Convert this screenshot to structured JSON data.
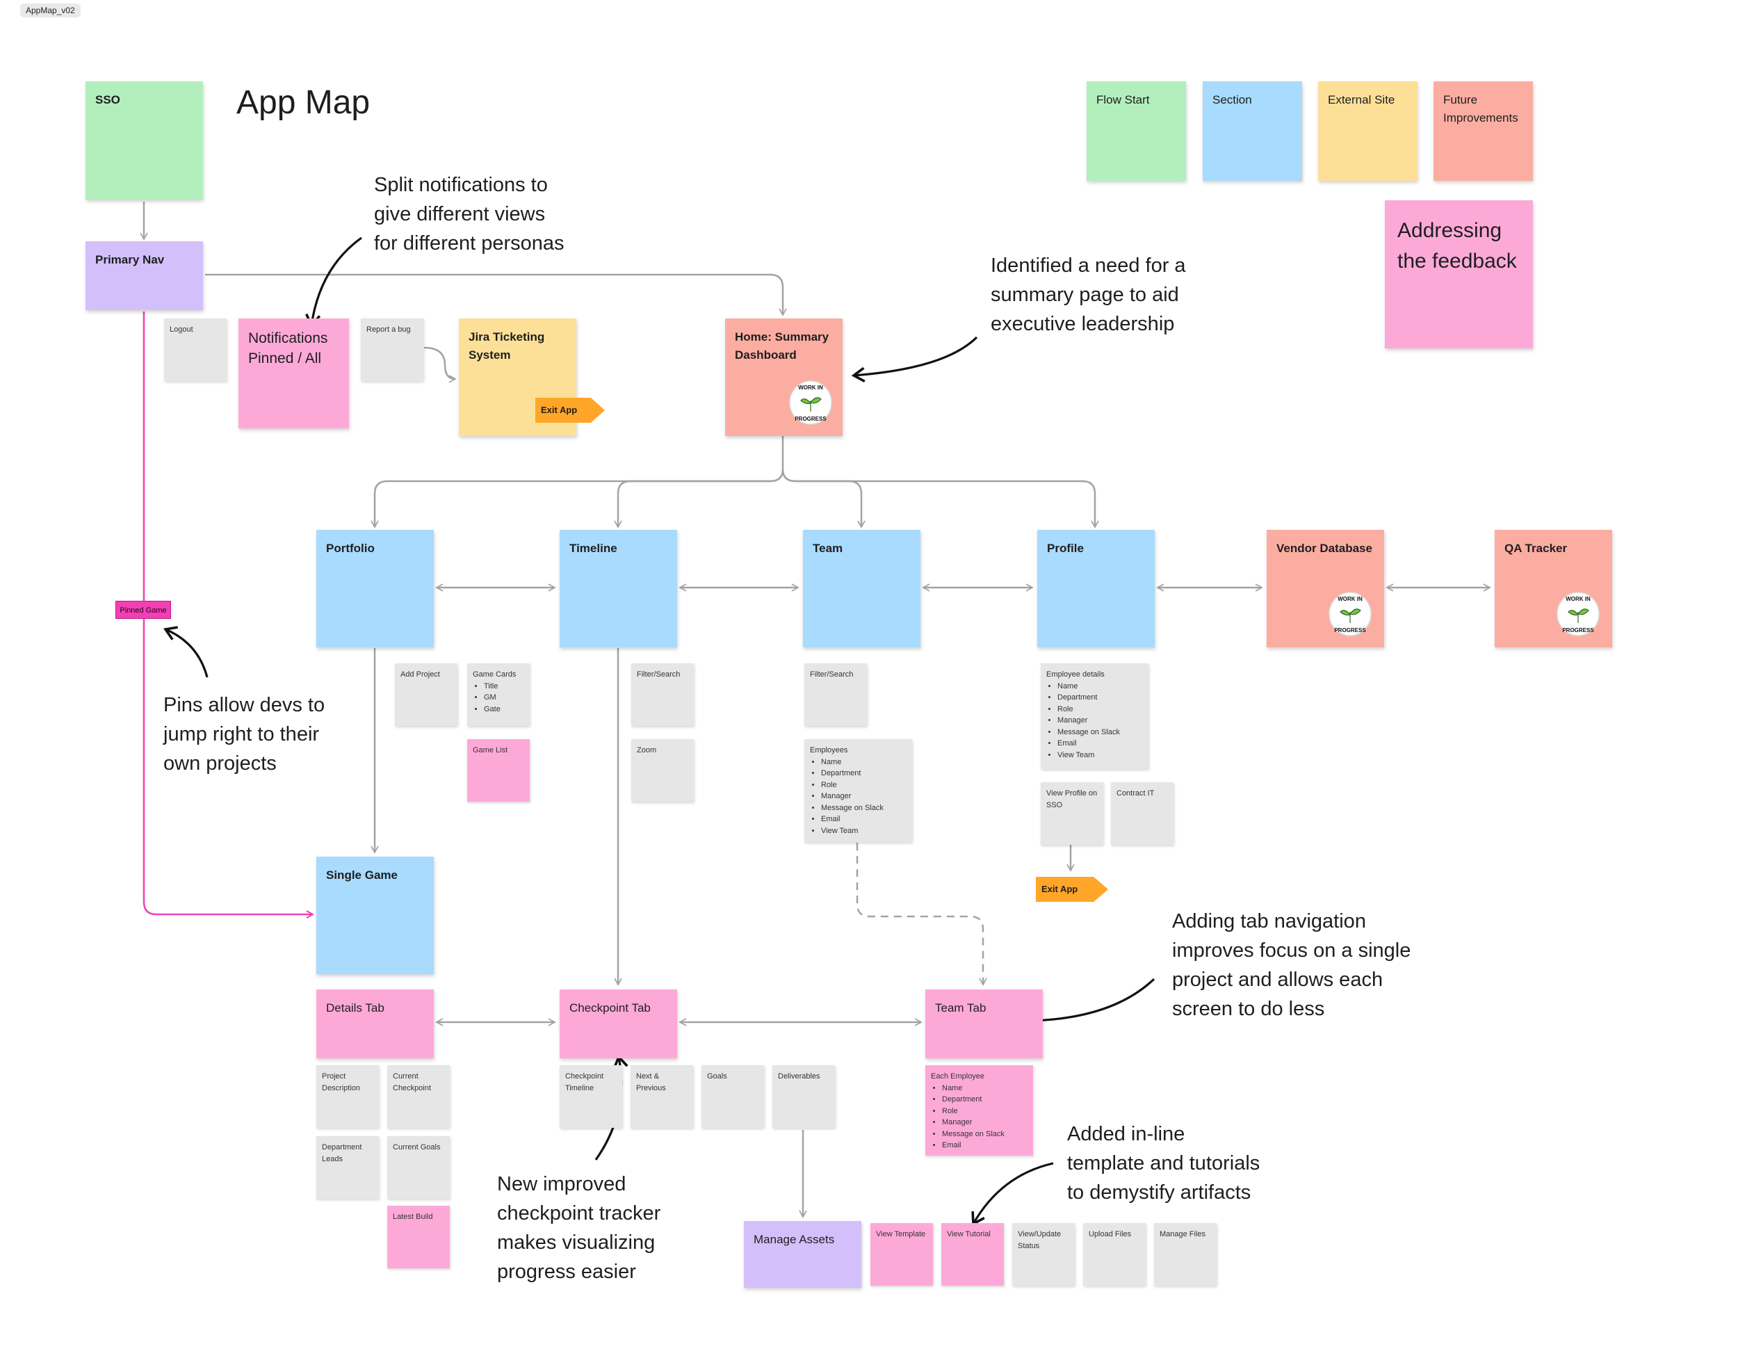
{
  "file_tag": "AppMap_v02",
  "title": "App Map",
  "legend": {
    "flow_start": "Flow Start",
    "section": "Section",
    "external_site": "External Site",
    "future_improvements": "Future Improvements",
    "addressing_feedback": "Addressing the feedback"
  },
  "colors": {
    "flow_start": "#b3efbd",
    "section": "#a8dbfd",
    "external_site": "#fde098",
    "future_improvements": "#fcada1",
    "addressing_feedback": "#fda9d8",
    "nav": "#d3c0fb",
    "detail": "#e6e6e6",
    "pinned_flow": "#f23fb4",
    "exit": "#ffa629"
  },
  "nodes": {
    "sso": "SSO",
    "primary_nav": "Primary Nav",
    "logout": "Logout",
    "notifications": "Notifications Pinned / All",
    "report_bug": "Report a bug",
    "jira": "Jira Ticketing System",
    "exit_app": "Exit App",
    "home": "Home: Summary Dashboard",
    "portfolio": "Portfolio",
    "timeline": "Timeline",
    "team": "Team",
    "profile": "Profile",
    "vendor_db": "Vendor Database",
    "qa_tracker": "QA Tracker",
    "add_project": "Add Project",
    "game_cards": {
      "label": "Game Cards",
      "items": [
        "Title",
        "GM",
        "Gate"
      ]
    },
    "game_list": "Game List",
    "timeline_filter": "Filter/Search",
    "zoom": "Zoom",
    "team_filter": "Filter/Search",
    "employees": {
      "label": "Employees",
      "items": [
        "Name",
        "Department",
        "Role",
        "Manager",
        "Message on Slack",
        "Email",
        "View Team"
      ]
    },
    "employee_details": {
      "label": "Employee details",
      "items": [
        "Name",
        "Department",
        "Role",
        "Manager",
        "Message on Slack",
        "Email",
        "View Team"
      ]
    },
    "view_profile_sso": "View Profile on SSO",
    "contract_it": "Contract IT",
    "pinned_game": "Pinned Game",
    "single_game": "Single Game",
    "details_tab": "Details Tab",
    "project_description": "Project Description",
    "current_checkpoint": "Current Checkpoint",
    "department_leads": "Department Leads",
    "current_goals": "Current Goals",
    "latest_build": "Latest Build",
    "checkpoint_tab": "Checkpoint Tab",
    "checkpoint_timeline": "Checkpoint Timeline",
    "next_previous": "Next & Previous",
    "goals": "Goals",
    "deliverables": "Deliverables",
    "team_tab": "Team Tab",
    "each_employee": {
      "label": "Each Employee",
      "items": [
        "Name",
        "Department",
        "Role",
        "Manager",
        "Message on Slack",
        "Email"
      ]
    },
    "manage_assets": "Manage Assets",
    "view_template": "View Template",
    "view_tutorial": "View Tutorial",
    "view_update_status": "View/Update Status",
    "upload_files": "Upload Files",
    "manage_files": "Manage Files",
    "wip_sticker": [
      "WORK IN",
      "PROGRESS"
    ]
  },
  "annotations": {
    "split_notifications": [
      "Split notifications to",
      "give different views",
      "for different personas"
    ],
    "summary_page": [
      "Identified a need for a",
      "summary page to aid",
      "executive leadership"
    ],
    "pins": [
      "Pins allow devs to",
      "jump right to their",
      "own projects"
    ],
    "tab_navigation": [
      "Adding tab navigation",
      "improves focus on a single",
      "project and allows each",
      "screen to do less"
    ],
    "inline_templates": [
      "Added in-line",
      "template and tutorials",
      "to demystify artifacts"
    ],
    "checkpoint_tracker": [
      "New improved",
      "checkpoint tracker",
      "makes visualizing",
      "progress easier"
    ]
  }
}
